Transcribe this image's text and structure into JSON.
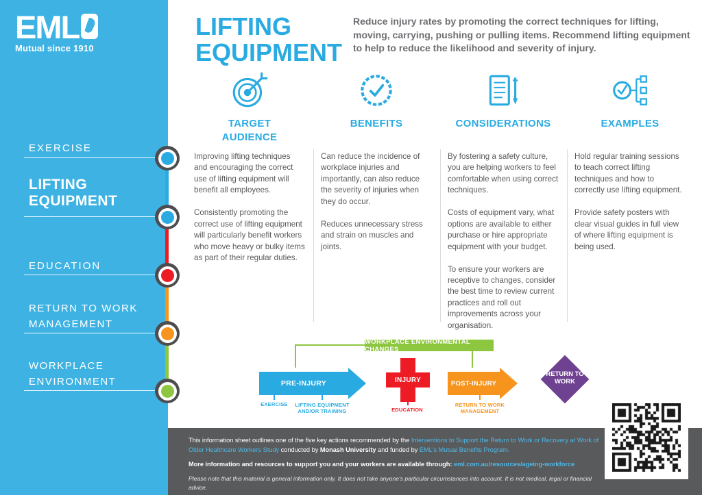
{
  "brand": {
    "logo_text": "EML",
    "tagline": "Mutual since 1910"
  },
  "sidebar": {
    "items": [
      {
        "label": "EXERCISE",
        "color": "#29abe2",
        "active": false
      },
      {
        "label": "LIFTING EQUIPMENT",
        "color": "#29abe2",
        "active": true
      },
      {
        "label": "EDUCATION",
        "color": "#ed1c24",
        "active": false
      },
      {
        "label": "RETURN TO WORK MANAGEMENT",
        "color": "#f7941e",
        "active": false
      },
      {
        "label": "WORKPLACE ENVIRONMENT",
        "color": "#8dc63f",
        "active": false
      }
    ]
  },
  "header": {
    "title": "LIFTING EQUIPMENT",
    "intro": "Reduce injury rates by promoting the correct techniques for lifting, moving, carrying, pushing or pulling items. Recommend lifting equipment to help to reduce the likelihood and severity of injury."
  },
  "columns": [
    {
      "icon": "target-icon",
      "title": "TARGET\nAUDIENCE",
      "body": "Improving lifting techniques and encouraging the correct use of lifting equipment will benefit all employees.\n\nConsistently promoting the correct use of lifting equipment will particularly benefit workers who move heavy or bulky items as part of their regular duties."
    },
    {
      "icon": "badge-check-icon",
      "title": "BENEFITS",
      "body": "Can reduce the incidence of workplace injuries and importantly, can also reduce the severity of injuries when they do occur.\n\nReduces unnecessary stress and strain on muscles and joints."
    },
    {
      "icon": "clipboard-pen-icon",
      "title": "CONSIDERATIONS",
      "body": "By fostering a safety culture, you are helping workers to feel comfortable when using correct techniques.\n\nCosts of equipment vary, what options are available to either purchase or hire appropriate equipment with your budget.\n\nTo ensure your workers are receptive to changes, consider the best time to review current practices and roll out improvements across your organisation."
    },
    {
      "icon": "flowchart-check-icon",
      "title": "EXAMPLES",
      "body": "Hold regular training sessions to teach correct lifting techniques and how to correctly use lifting equipment.\n\nProvide safety posters with clear visual guides in full view of where lifting equipment is being used."
    }
  ],
  "flow": {
    "env_label": "WORKPLACE ENVIRONMENTAL CHANGES",
    "pre_injury": "PRE-INJURY",
    "injury": "INJURY",
    "post_injury": "POST-INJURY",
    "return_to_work": "RETURN TO WORK",
    "sub_exercise": "EXERCISE",
    "sub_lifting": "LIFTING EQUIPMENT AND/OR TRAINING",
    "sub_education": "EDUCATION",
    "sub_rtw": "RETURN TO WORK MANAGEMENT"
  },
  "footer": {
    "p1": {
      "s1": "This information sheet outlines one of the five key actions recommended by the ",
      "link1": "Interventions to Support the Return to Work or Recovery at Work of Older Healthcare Workers Study",
      "s2": " conducted by ",
      "bold1": "Monash University",
      "s3": " and funded by ",
      "link2": "EML's Mutual Benefits Program."
    },
    "p2": {
      "lead": "More information and resources to support you and your workers are available through: ",
      "link": "eml.com.au/resources/ageing-workforce"
    },
    "p3": "Please note that this material is general information only. It does not take anyone's particular circumstances into account. It is not medical, legal or financial advice."
  },
  "colors": {
    "sidebar_blue": "#3eb3e3",
    "accent_blue": "#29abe2",
    "red": "#ed1c24",
    "orange": "#f7941e",
    "green": "#8dc63f",
    "purple": "#6f4191",
    "footer_gray": "#595a5c",
    "body_text_gray": "#58595b"
  }
}
